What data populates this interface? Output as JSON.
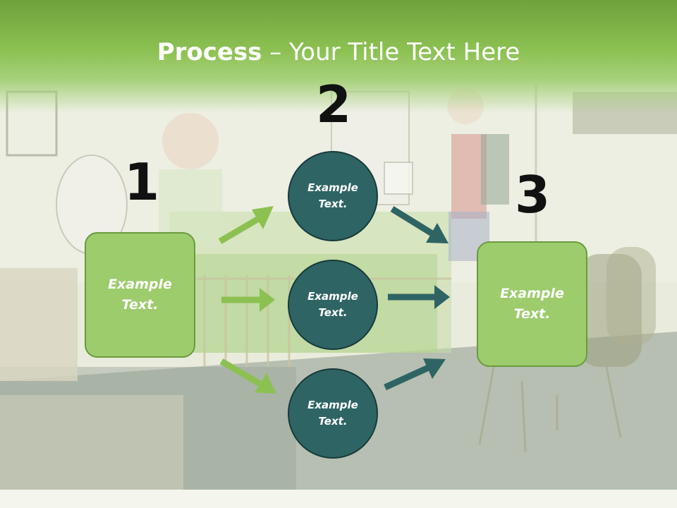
{
  "title": {
    "bold": "Process",
    "rest": " – Your Title Text Here"
  },
  "steps": [
    "1",
    "2",
    "3"
  ],
  "left_box": {
    "line1": "Example",
    "line2": "Text."
  },
  "right_box": {
    "line1": "Example",
    "line2": "Text."
  },
  "circles": [
    {
      "line1": "Example",
      "line2": "Text."
    },
    {
      "line1": "Example",
      "line2": "Text."
    },
    {
      "line1": "Example",
      "line2": "Text."
    }
  ],
  "colors": {
    "header_green": "#8cc152",
    "box_green": "#9dcc6c",
    "circle_teal": "#2f6464",
    "arrow_green": "#8cc152",
    "arrow_teal": "#2f6464"
  }
}
